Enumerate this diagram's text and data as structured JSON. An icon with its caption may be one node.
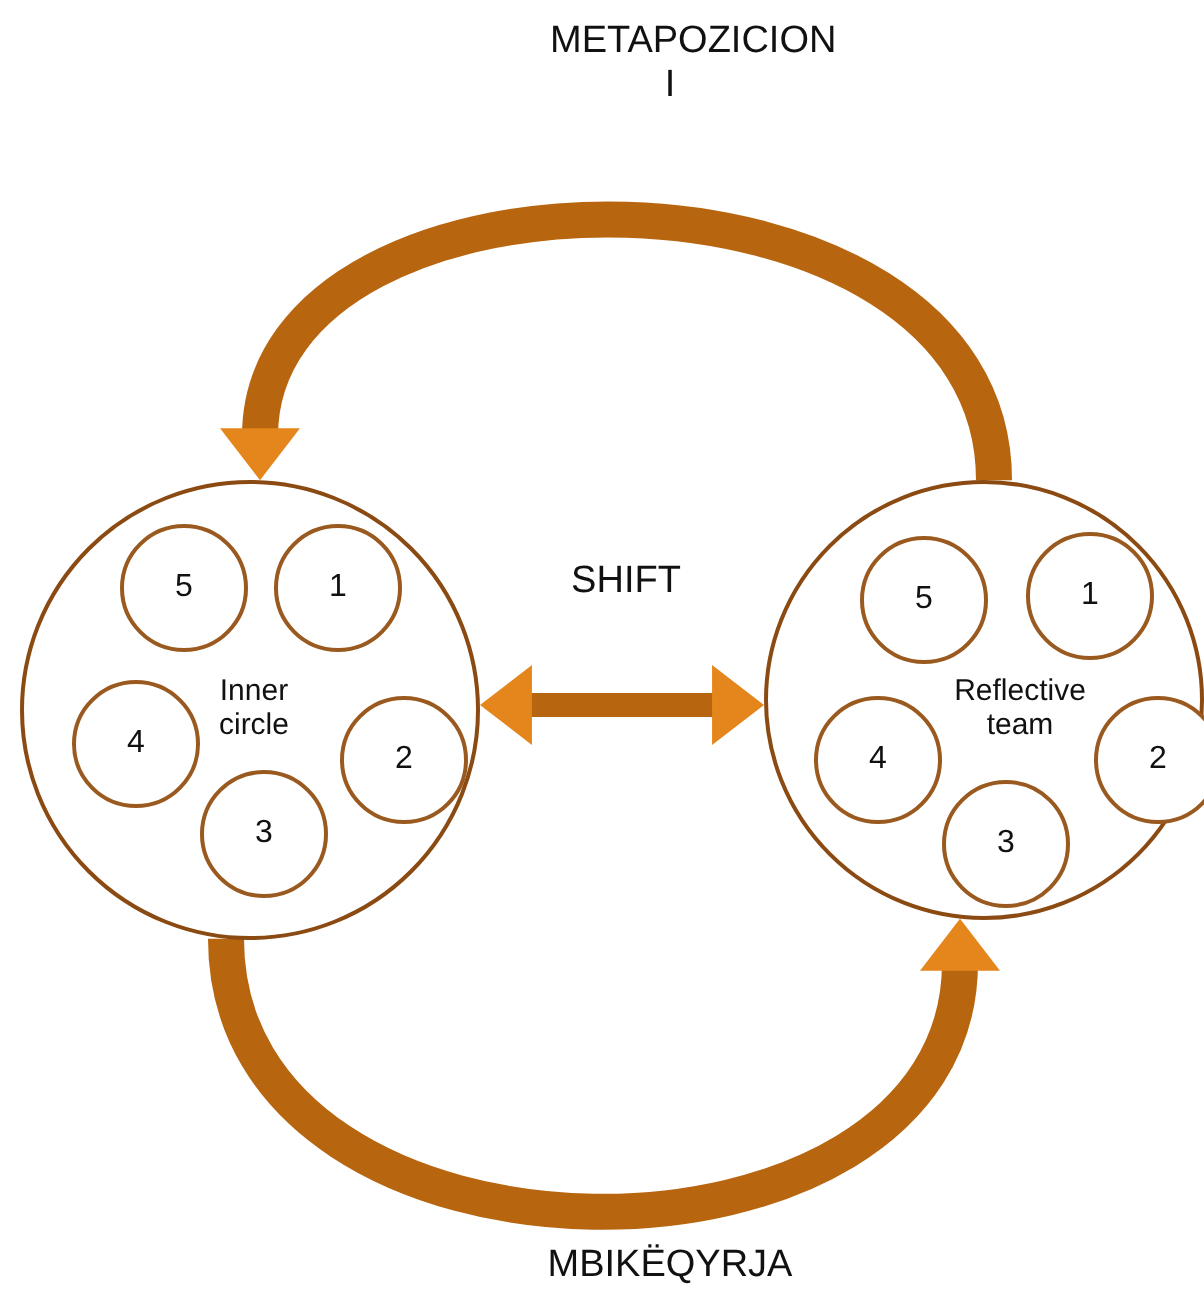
{
  "diagram": {
    "nodes": [
      {
        "text": [
          "Inner circle"
        ]
      },
      {
        "text": [
          "5"
        ],
        "in": 0
      },
      {
        "text": [
          "1"
        ],
        "in": 0
      },
      {
        "text": [
          "4"
        ],
        "in": 0
      },
      {
        "text": [
          "2"
        ],
        "in": 0
      },
      {
        "text": [
          "3"
        ],
        "in": 0
      },
      {
        "text": [
          "Reflective team"
        ]
      },
      {
        "text": [
          "5"
        ],
        "in": 6
      },
      {
        "text": [
          "1"
        ],
        "in": 6
      },
      {
        "text": [
          "4"
        ],
        "in": 6
      },
      {
        "text": [
          "2"
        ],
        "in": 6
      },
      {
        "text": [
          "3"
        ],
        "in": 6
      }
    ],
    "edges": [
      {
        "from": 6,
        "to": 0,
        "arrow": "to"
      },
      {
        "from": 0,
        "to": 6,
        "arrow": "to"
      },
      {
        "from": 0,
        "to": 6,
        "arrow": "both",
        "label": "SHIFT"
      }
    ],
    "labels": [
      "METAPOZICION I",
      "MBIKËQYRJA"
    ]
  }
}
